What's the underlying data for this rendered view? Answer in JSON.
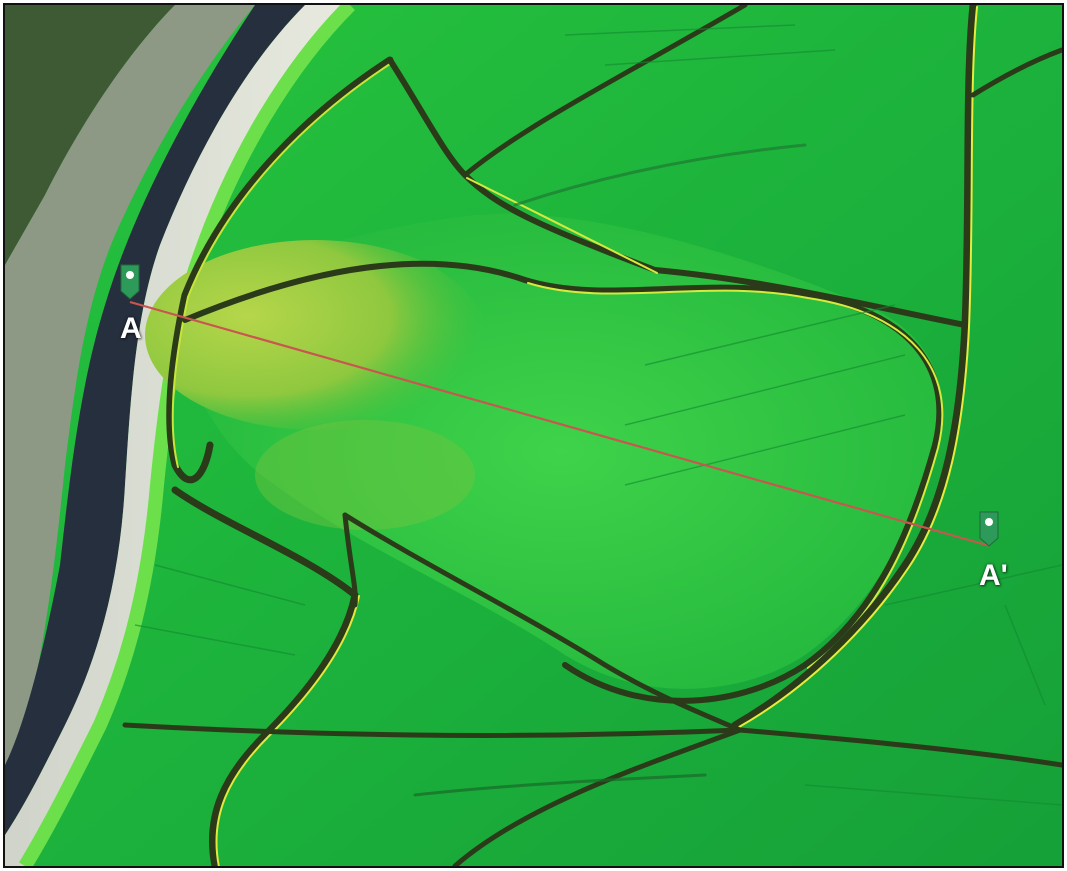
{
  "profile_line": {
    "start_label": "A",
    "end_label": "A'",
    "line_color": "#c9564f"
  },
  "markers": [
    {
      "name": "marker-a",
      "label": "A",
      "color": "#2e9a5a",
      "icon": "map-pin-icon"
    },
    {
      "name": "marker-a-prime",
      "label": "A'",
      "color": "#2e9a5a",
      "icon": "map-pin-icon"
    }
  ],
  "colors": {
    "river": "#26303f",
    "riverbank": "#b9c2b8",
    "forest": "#3f5f37",
    "terrain_low": "#12a23a",
    "terrain_mid": "#33d04a",
    "terrain_high": "#b8e63a",
    "ditch": "#2b3b1a"
  }
}
